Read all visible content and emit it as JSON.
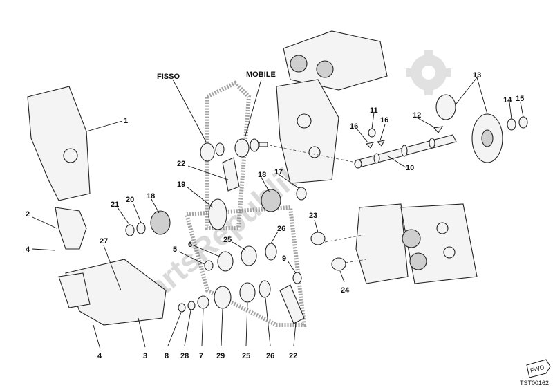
{
  "labels": {
    "fisso": "FISSO",
    "mobile": "MOBILE",
    "drawing_code": "TST00162",
    "fwd": "FWD",
    "watermark": "PartsRepublik"
  },
  "callouts": [
    {
      "id": "c1",
      "text": "1"
    },
    {
      "id": "c2",
      "text": "2"
    },
    {
      "id": "c3",
      "text": "3"
    },
    {
      "id": "c4a",
      "text": "4"
    },
    {
      "id": "c4b",
      "text": "4"
    },
    {
      "id": "c5",
      "text": "5"
    },
    {
      "id": "c6",
      "text": "6"
    },
    {
      "id": "c7",
      "text": "7"
    },
    {
      "id": "c8",
      "text": "8"
    },
    {
      "id": "c9",
      "text": "9"
    },
    {
      "id": "c10",
      "text": "10"
    },
    {
      "id": "c11",
      "text": "11"
    },
    {
      "id": "c12",
      "text": "12"
    },
    {
      "id": "c13",
      "text": "13"
    },
    {
      "id": "c14",
      "text": "14"
    },
    {
      "id": "c15",
      "text": "15"
    },
    {
      "id": "c16a",
      "text": "16"
    },
    {
      "id": "c16b",
      "text": "16"
    },
    {
      "id": "c17",
      "text": "17"
    },
    {
      "id": "c18a",
      "text": "18"
    },
    {
      "id": "c18b",
      "text": "18"
    },
    {
      "id": "c19",
      "text": "19"
    },
    {
      "id": "c20",
      "text": "20"
    },
    {
      "id": "c21",
      "text": "21"
    },
    {
      "id": "c22a",
      "text": "22"
    },
    {
      "id": "c22b",
      "text": "22"
    },
    {
      "id": "c23",
      "text": "23"
    },
    {
      "id": "c24",
      "text": "24"
    },
    {
      "id": "c25a",
      "text": "25"
    },
    {
      "id": "c25b",
      "text": "25"
    },
    {
      "id": "c26a",
      "text": "26"
    },
    {
      "id": "c26b",
      "text": "26"
    },
    {
      "id": "c27",
      "text": "27"
    },
    {
      "id": "c28",
      "text": "28"
    },
    {
      "id": "c29",
      "text": "29"
    }
  ],
  "colors": {
    "ink": "#111111",
    "part_fill": "#f4f4f4",
    "watermark": "#bdbdbd"
  }
}
